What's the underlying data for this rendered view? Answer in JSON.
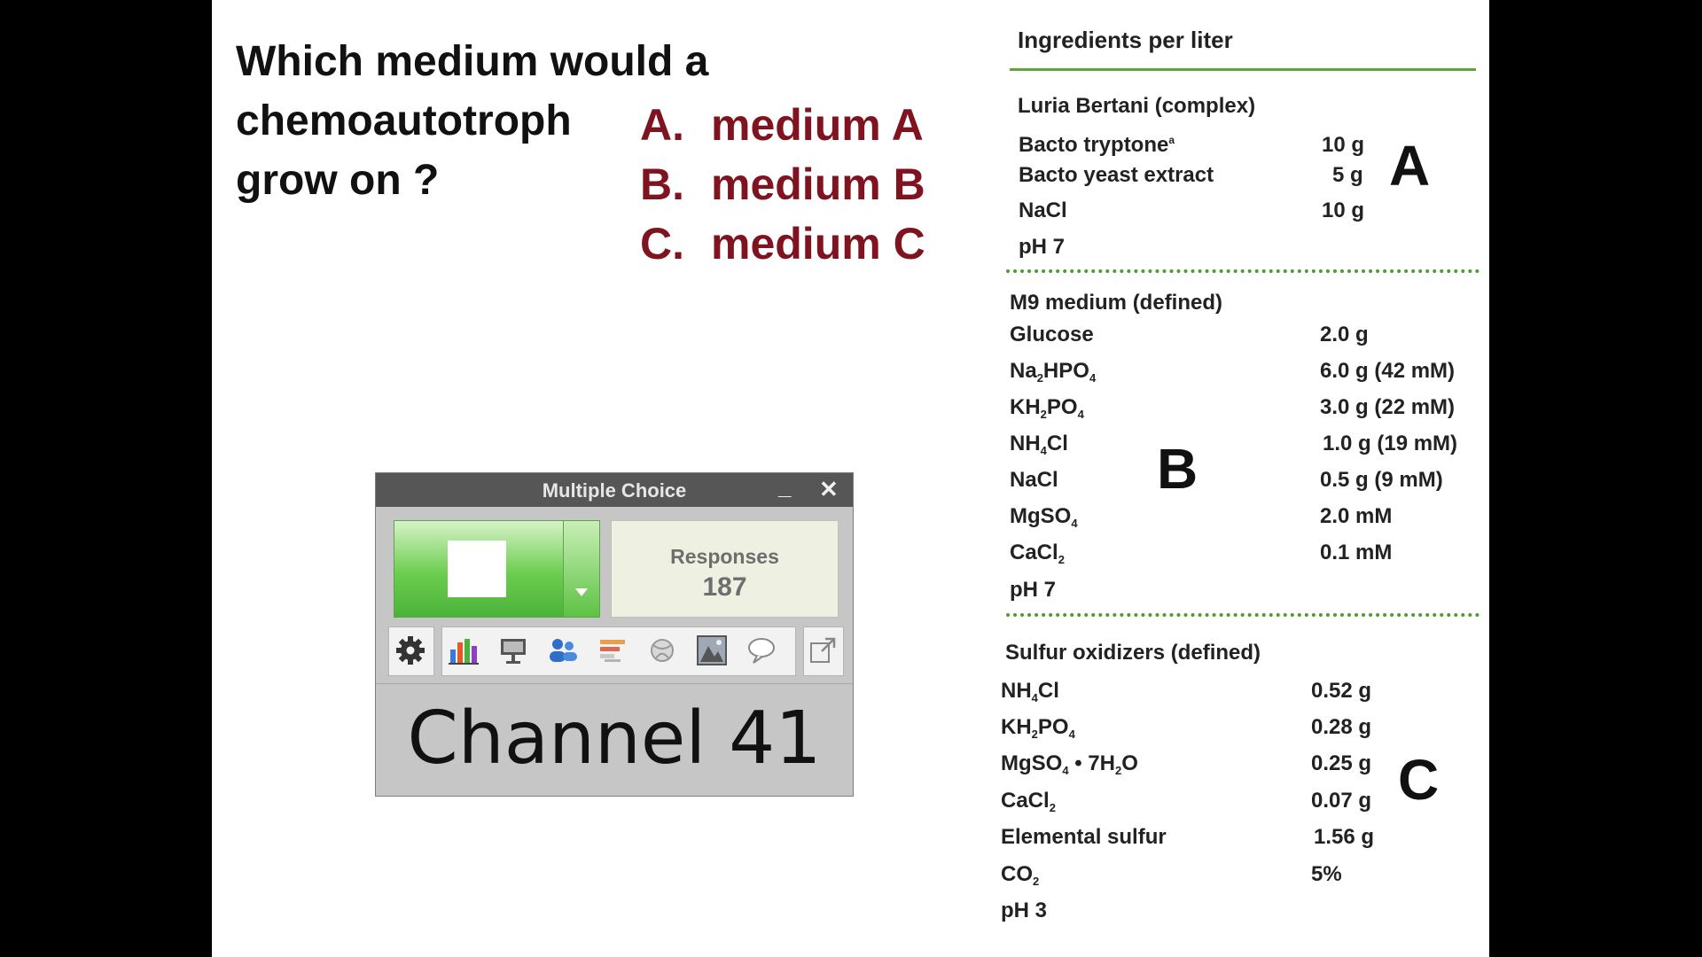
{
  "question": "Which medium would a\nchemoautotroph\ngrow on ?",
  "options": [
    {
      "letter": "A.",
      "text": "medium A"
    },
    {
      "letter": "B.",
      "text": "medium B"
    },
    {
      "letter": "C.",
      "text": "medium C"
    }
  ],
  "table": {
    "header": "Ingredients per liter",
    "section_a": {
      "title": "Luria Bertani (complex)",
      "label": "A",
      "rows": [
        {
          "name": "Bacto tryptone",
          "sup": "a",
          "amount": "10 g"
        },
        {
          "name": "Bacto yeast extract",
          "amount": "5 g"
        },
        {
          "name": "NaCl",
          "amount": "10 g"
        },
        {
          "name": "pH 7",
          "amount": ""
        }
      ]
    },
    "section_b": {
      "title": "M9 medium (defined)",
      "label": "B",
      "rows": [
        {
          "name": "Glucose",
          "amount": "2.0 g"
        },
        {
          "name": "Na2HPO4",
          "amount": "6.0 g (42 mM)"
        },
        {
          "name": "KH2PO4",
          "amount": "3.0 g (22 mM)"
        },
        {
          "name": "NH4Cl",
          "amount": "1.0 g (19 mM)"
        },
        {
          "name": "NaCl",
          "amount": "0.5 g (9 mM)"
        },
        {
          "name": "MgSO4",
          "amount": "2.0 mM"
        },
        {
          "name": "CaCl2",
          "amount": "0.1 mM"
        },
        {
          "name": "pH 7",
          "amount": ""
        }
      ]
    },
    "section_c": {
      "title": "Sulfur oxidizers (defined)",
      "label": "C",
      "rows": [
        {
          "name": "NH4Cl",
          "amount": "0.52 g"
        },
        {
          "name": "KH2PO4",
          "amount": "0.28 g"
        },
        {
          "name": "MgSO4 • 7H2O",
          "amount": "0.25 g"
        },
        {
          "name": "CaCl2",
          "amount": "0.07 g"
        },
        {
          "name": "Elemental sulfur",
          "amount": "1.56 g"
        },
        {
          "name": "CO2",
          "amount": "5%"
        },
        {
          "name": "pH 3",
          "amount": ""
        }
      ]
    }
  },
  "poll_window": {
    "title": "Multiple Choice",
    "minimize_glyph": "_",
    "close_glyph": "✕",
    "responses_label": "Responses",
    "responses_count": "187",
    "channel": "Channel 41",
    "tools": [
      "gear-icon",
      "bar-chart-icon",
      "presentation-icon",
      "participants-icon",
      "scoreboard-icon",
      "ball-icon",
      "screenshot-icon",
      "speech-bubble-icon",
      "pop-out-icon"
    ]
  },
  "colors": {
    "accent_green": "#5ea53f",
    "option_red": "#7f1420",
    "titlebar": "#565656"
  }
}
